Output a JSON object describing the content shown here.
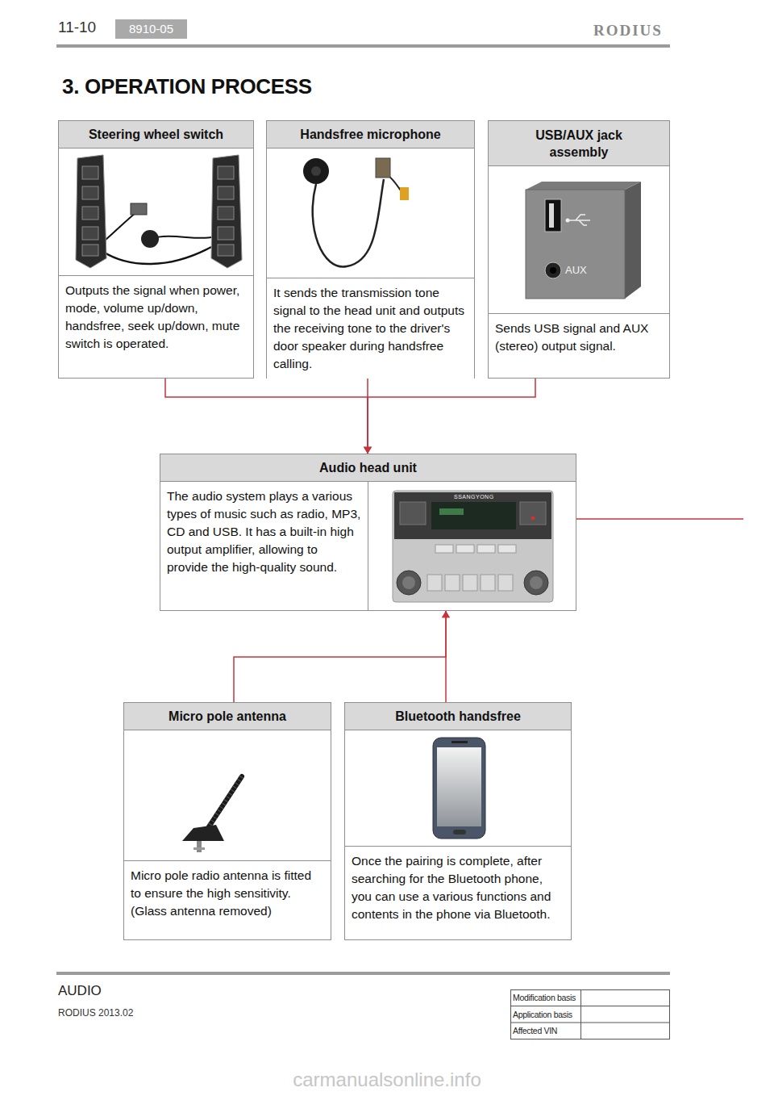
{
  "diagram": {
    "title": "3. OPERATION PROCESS",
    "nodes": [
      {
        "text": [
          "Steering wheel switch",
          "Outputs the signal when power, mode, volume up/down, handsfree, seek up/down, mute switch is operated."
        ]
      },
      {
        "text": [
          "Handsfree microphone",
          "It sends the transmission tone signal to the head unit and outputs the receiving tone to the driver's door speaker during handsfree calling."
        ]
      },
      {
        "text": [
          "USB/AUX jack assembly",
          "Sends USB signal and AUX (stereo) output signal."
        ]
      },
      {
        "text": [
          "Audio head unit",
          "The audio system plays a various types of music such as radio, MP3, CD and USB. It has a built-in high output amplifier, allowing to provide the high-quality sound."
        ]
      },
      {
        "text": [
          "Micro pole antenna",
          "Micro pole radio antenna is fitted to ensure the high sensitivity. (Glass antenna removed)"
        ]
      },
      {
        "text": [
          "Bluetooth handsfree",
          "Once the pairing is complete, after searching for the Bluetooth phone, you can use a various functions and contents in the phone via Bluetooth."
        ]
      }
    ],
    "edges": [
      {
        "from": 0,
        "to": 3,
        "arrow": "to"
      },
      {
        "from": 1,
        "to": 3,
        "arrow": "to"
      },
      {
        "from": 2,
        "to": 3,
        "arrow": "to"
      },
      {
        "from": 4,
        "to": 3,
        "arrow": "to"
      },
      {
        "from": 5,
        "to": 3,
        "arrow": "to"
      }
    ],
    "labels": [
      "11-10",
      "8910-05",
      "RODIUS",
      "AUX",
      "SSANGYONG",
      "AUDIO",
      "RODIUS 2013.02",
      "Modification basis",
      "Application basis",
      "Affected VIN",
      "carmanualsonline.info"
    ]
  }
}
